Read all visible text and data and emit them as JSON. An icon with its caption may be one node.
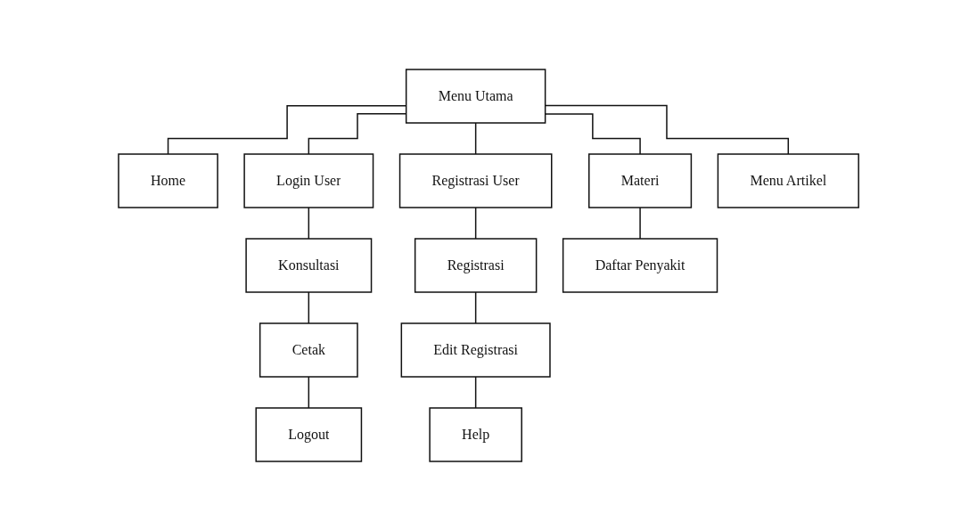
{
  "diagram": {
    "nodes": [
      {
        "text": [
          "Menu Utama"
        ]
      },
      {
        "text": [
          "Home"
        ]
      },
      {
        "text": [
          "Login User"
        ]
      },
      {
        "text": [
          "Registrasi User"
        ]
      },
      {
        "text": [
          "Materi"
        ]
      },
      {
        "text": [
          "Menu Artikel"
        ]
      },
      {
        "text": [
          "Konsultasi"
        ]
      },
      {
        "text": [
          "Cetak"
        ]
      },
      {
        "text": [
          "Logout"
        ]
      },
      {
        "text": [
          "Registrasi"
        ]
      },
      {
        "text": [
          "Edit Registrasi"
        ]
      },
      {
        "text": [
          "Help"
        ]
      },
      {
        "text": [
          "Daftar Penyakit"
        ]
      }
    ],
    "edges": [
      {
        "from": 0,
        "to": 1,
        "arrow": "none"
      },
      {
        "from": 0,
        "to": 2,
        "arrow": "none"
      },
      {
        "from": 0,
        "to": 3,
        "arrow": "none"
      },
      {
        "from": 0,
        "to": 4,
        "arrow": "none"
      },
      {
        "from": 0,
        "to": 5,
        "arrow": "none"
      },
      {
        "from": 2,
        "to": 6,
        "arrow": "none"
      },
      {
        "from": 6,
        "to": 7,
        "arrow": "none"
      },
      {
        "from": 7,
        "to": 8,
        "arrow": "none"
      },
      {
        "from": 3,
        "to": 9,
        "arrow": "none"
      },
      {
        "from": 9,
        "to": 10,
        "arrow": "none"
      },
      {
        "from": 10,
        "to": 11,
        "arrow": "none"
      },
      {
        "from": 4,
        "to": 12,
        "arrow": "none"
      }
    ]
  }
}
